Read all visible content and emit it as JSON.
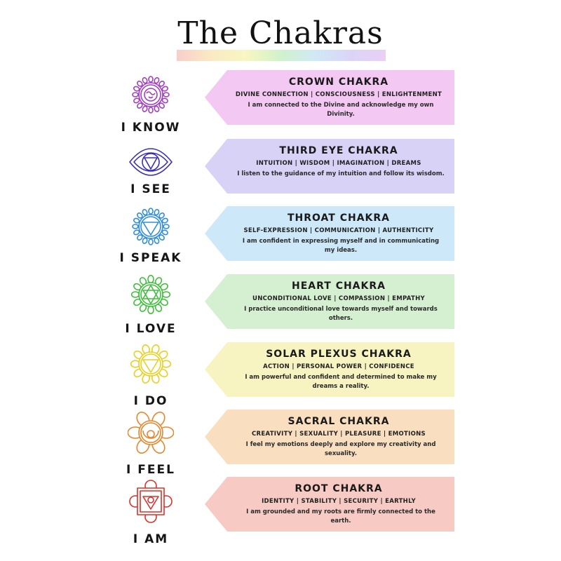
{
  "title": "The Chakras",
  "chakras": [
    {
      "name": "CROWN CHAKRA",
      "keywords": "DIVINE CONNECTION | CONSCIOUSNESS | ENLIGHTENMENT",
      "description": "I am connected to the Divine and acknowledge my own Divinity.",
      "affirmation": "I KNOW",
      "icon": "crown-chakra-icon",
      "color": "#a23fc4",
      "card_color": "#f3c8f2"
    },
    {
      "name": "THIRD EYE CHAKRA",
      "keywords": "INTUITION | WISDOM | IMAGINATION | DREAMS",
      "description": "I listen to the guidance of my intuition and follow its wisdom.",
      "affirmation": "I SEE",
      "icon": "third-eye-chakra-icon",
      "color": "#3a2fb5",
      "card_color": "#d8d2f7"
    },
    {
      "name": "THROAT CHAKRA",
      "keywords": "SELF-EXPRESSION | COMMUNICATION | AUTHENTICITY",
      "description": "I am confident in expressing myself and in communicating my ideas.",
      "affirmation": "I SPEAK",
      "icon": "throat-chakra-icon",
      "color": "#2f8de0",
      "card_color": "#cde8f8"
    },
    {
      "name": "HEART CHAKRA",
      "keywords": "UNCONDITIONAL LOVE | COMPASSION | EMPATHY",
      "description": "I practice unconditional love towards myself and towards others.",
      "affirmation": "I LOVE",
      "icon": "heart-chakra-icon",
      "color": "#3fbf3c",
      "card_color": "#d5f0d0"
    },
    {
      "name": "SOLAR PLEXUS CHAKRA",
      "keywords": "ACTION | PERSONAL POWER | CONFIDENCE",
      "description": "I am powerful and confident and determined to make my dreams a reality.",
      "affirmation": "I DO",
      "icon": "solar-plexus-chakra-icon",
      "color": "#e8d020",
      "card_color": "#f7f4c2"
    },
    {
      "name": "SACRAL CHAKRA",
      "keywords": "CREATIVITY | SEXUALITY | PLEASURE | EMOTIONS",
      "description": "I feel my emotions deeply and explore my creativity and sexuality.",
      "affirmation": "I FEEL",
      "icon": "sacral-chakra-icon",
      "color": "#e8852a",
      "card_color": "#f9dfc0"
    },
    {
      "name": "ROOT CHAKRA",
      "keywords": "IDENTITY | STABILITY | SECURITY | EARTHLY",
      "description": "I am grounded and my roots are firmly connected to the earth.",
      "affirmation": "I AM",
      "icon": "root-chakra-icon",
      "color": "#d8322a",
      "card_color": "#f7cbc4"
    }
  ]
}
